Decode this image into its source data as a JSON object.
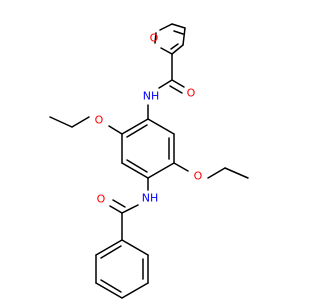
{
  "colors": {
    "bond": "#000000",
    "carbon": "#000000",
    "oxygen": "#ff0000",
    "nitrogen": "#0000ff",
    "background": "#ffffff"
  },
  "atom_labels": {
    "furan_o": "O",
    "amide1_o": "O",
    "amide1_nh": "NH",
    "ether1_o": "O",
    "ether2_o": "O",
    "amide2_nh": "NH",
    "amide2_o": "O"
  }
}
